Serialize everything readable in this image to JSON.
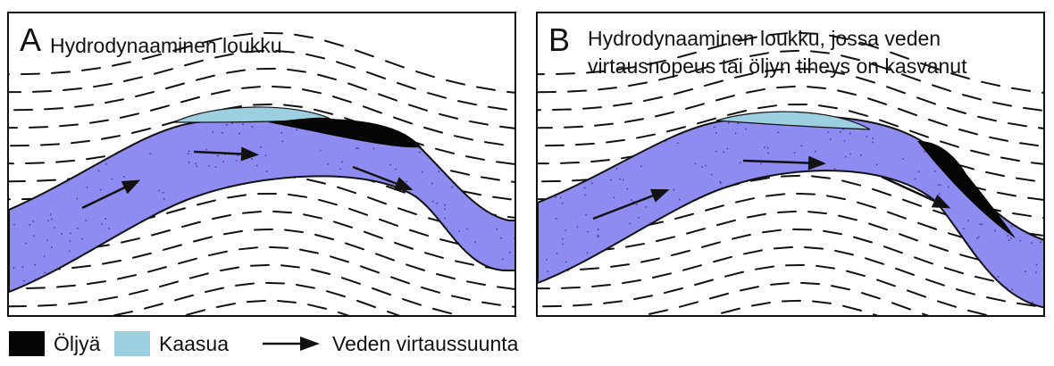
{
  "colors": {
    "aquifer": "#8e8cf0",
    "oil": "#050505",
    "gas": "#9ccfe0",
    "shale_line": "#111111",
    "dot": "#3b3aa8"
  },
  "panels": [
    {
      "letter": "A",
      "title_lines": [
        "Hydrodynaaminen loukku"
      ]
    },
    {
      "letter": "B",
      "title_lines": [
        "Hydrodynaaminen loukku, jossa veden",
        "virtausnopeus tai öljyn tiheys on kasvanut"
      ]
    }
  ],
  "legend": {
    "oil_label": "Öljyä",
    "gas_label": "Kaasua",
    "flow_label": "Veden virtaussuunta"
  }
}
